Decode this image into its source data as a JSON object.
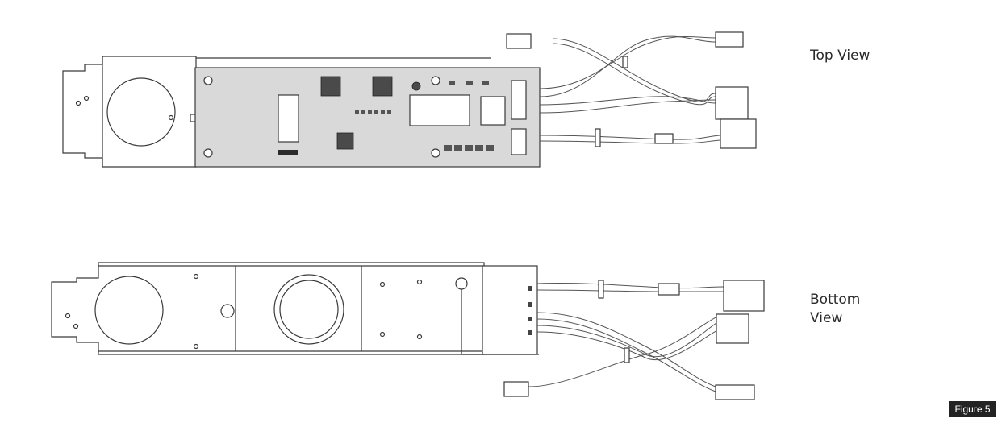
{
  "labels": {
    "top_view": "Top View",
    "bottom_view": "Bottom\nView"
  },
  "badge": {
    "figure_label": "Figure 5"
  },
  "colors": {
    "board_fill": "#d9d9d9",
    "line": "#3a3a3a",
    "badge_bg": "#232323",
    "badge_text": "#ffffff"
  }
}
